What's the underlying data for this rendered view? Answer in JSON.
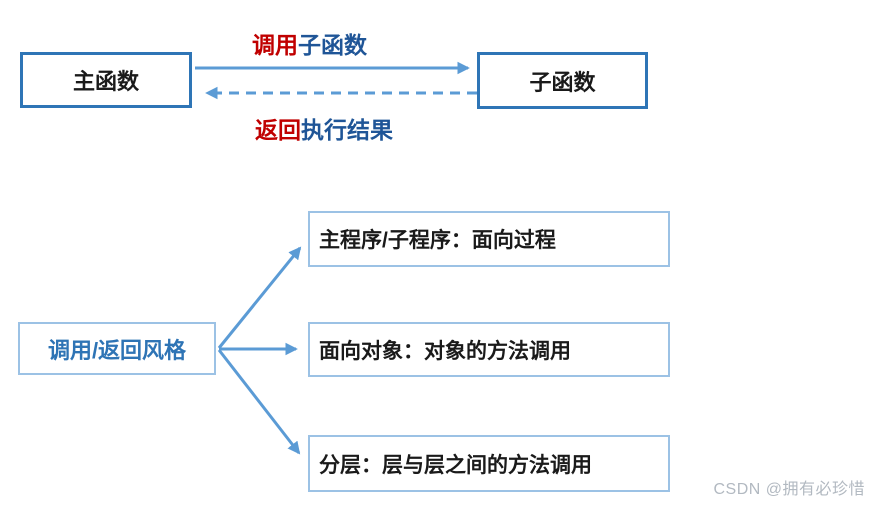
{
  "top_diagram": {
    "main_box": "主函数",
    "sub_box": "子函数",
    "call_label": {
      "red": "调用",
      "blue": "子函数"
    },
    "return_label": {
      "red": "返回",
      "blue": "执行结果"
    }
  },
  "bottom_diagram": {
    "root_box": "调用/返回风格",
    "branches": [
      "主程序/子程序：面向过程",
      "面向对象：对象的方法调用",
      "分层：层与层之间的方法调用"
    ]
  },
  "watermark": "CSDN @拥有必珍惜",
  "colors": {
    "strong_box_border": "#2E75B6",
    "light_box_border": "#9CC2E5",
    "arrow_blue": "#5B9BD5",
    "label_red": "#C00000",
    "label_dark_blue": "#1F5597",
    "root_text_blue": "#2E74B5",
    "box_text_black": "#1a1a1a",
    "watermark_gray": "#B2B9C1",
    "background": "#FFFFFF"
  }
}
